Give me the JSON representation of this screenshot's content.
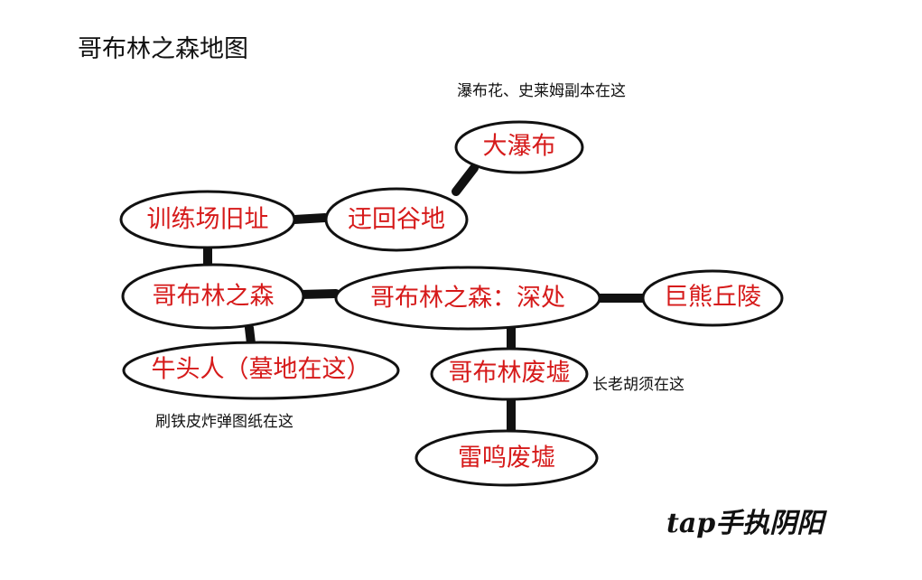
{
  "title": "哥布林之森地图",
  "nodes": {
    "waterfall": "大瀑布",
    "valley": "迂回谷地",
    "training": "训练场旧址",
    "forest": "哥布林之森",
    "deep": "哥布林之森：深处",
    "bear": "巨熊丘陵",
    "minotaur": "牛头人（墓地在这）",
    "ruins": "哥布林废墟",
    "thunder": "雷鸣废墟"
  },
  "notes": {
    "waterfall": "瀑布花、史莱姆副本在这",
    "minotaur": "刷铁皮炸弹图纸在这",
    "ruins": "长老胡须在这"
  },
  "watermark": "tap手执阴阳",
  "colors": {
    "node_text": "#d61a1a",
    "stroke": "#111111"
  }
}
